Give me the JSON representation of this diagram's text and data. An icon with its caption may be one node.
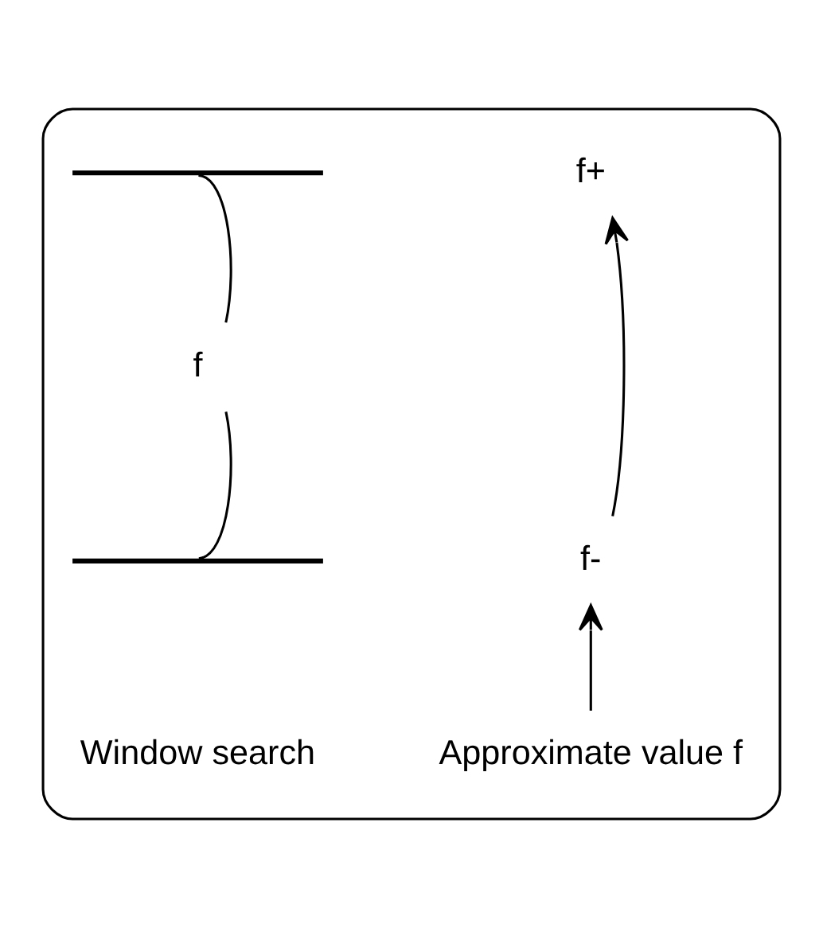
{
  "diagram": {
    "nodes": [
      {
        "text": [],
        "shape": "box"
      },
      {
        "text": [
          "f+"
        ],
        "in": 0
      },
      {
        "text": [],
        "shape": "bar",
        "in": 0
      },
      {
        "text": [
          "f"
        ],
        "in": 0
      },
      {
        "text": [
          "f-"
        ],
        "in": 0
      },
      {
        "text": [],
        "shape": "bar",
        "in": 0
      },
      {
        "text": [
          "Approximate value f"
        ],
        "in": 0
      }
    ],
    "edges": [
      {
        "from": 6,
        "to": 4,
        "arrow": "to"
      },
      {
        "from": 4,
        "to": 1,
        "arrow": "to"
      },
      {
        "from": 3,
        "to": 2,
        "arrow": "none"
      },
      {
        "from": 3,
        "to": 5,
        "arrow": "none"
      }
    ],
    "labels": [
      "Window search"
    ]
  }
}
